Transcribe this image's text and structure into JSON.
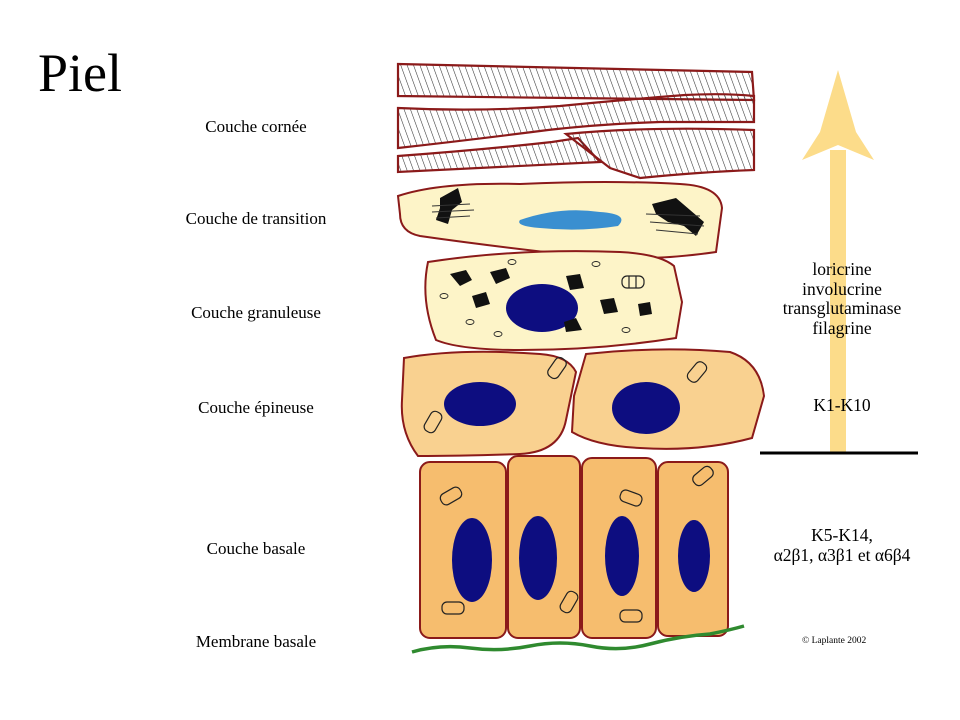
{
  "title": "Piel",
  "layers": [
    {
      "label": "Couche cornée"
    },
    {
      "label": "Couche de transition"
    },
    {
      "label": "Couche granuleuse"
    },
    {
      "label": "Couche épineuse"
    },
    {
      "label": "Couche basale"
    },
    {
      "label": "Membrane basale"
    }
  ],
  "differentiation_markers": [
    "loricrine",
    "involucrine",
    "transglutaminase",
    "filagrine"
  ],
  "spinous_keratins": "K1-K10",
  "basal_markers": {
    "line1": "K5-K14,",
    "line2": "α2β1, α3β1 et α6β4"
  },
  "copyright": "© Laplante 2002",
  "colors": {
    "membrane": "#8b1a1a",
    "basement_membrane": "#2f8a2f",
    "nucleus": "#0d0d80",
    "nucleus_transition": "#3a8fd0",
    "cell_orange": "#f6bd6e",
    "cell_light_orange": "#f9d190",
    "cell_cream": "#fdf4c8",
    "arrow": "#fcdc8a"
  }
}
